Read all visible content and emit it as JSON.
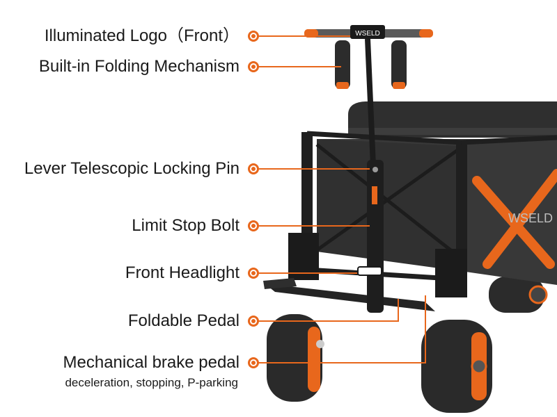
{
  "callouts": [
    {
      "label": "Illuminated Logo（Front）"
    },
    {
      "label": "Built-in Folding Mechanism"
    },
    {
      "label": "Lever Telescopic Locking Pin"
    },
    {
      "label": "Limit Stop Bolt"
    },
    {
      "label": "Front Headlight"
    },
    {
      "label": "Foldable Pedal"
    },
    {
      "label": "Mechanical brake pedal",
      "sublabel": "deceleration, stopping, P-parking"
    }
  ],
  "brand": {
    "logo_text": "WSELD"
  },
  "colors": {
    "accent": "#e8671c",
    "frame": "#222222",
    "text": "#1a1a1a"
  }
}
